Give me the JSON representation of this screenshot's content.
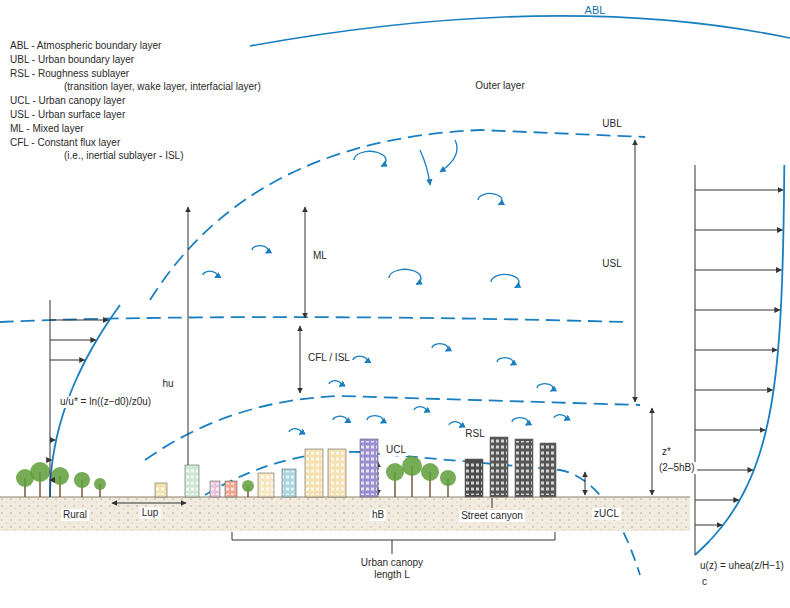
{
  "diagram": {
    "labels": [
      "ABL",
      "ABL - Atmospheric boundary layer",
      "UBL - Urban boundary layer",
      "RSL - Roughness sublayer",
      "(transition layer, wake layer, interfacial layer)",
      "UCL - Urban canopy layer",
      "USL - Urban surface layer",
      "ML - Mixed layer",
      "CFL - Constant flux layer",
      "(i.e., inertial sublayer - ISL)",
      "Outer layer",
      "UBL",
      "USL",
      "ML",
      "CFL / ISL",
      "RSL",
      "UCL",
      "hu",
      "z*",
      "(2–5hB)",
      "u/u* = ln((z−d0)/z0u)",
      "u(z) = uhea(z/H−1)",
      "c",
      "Rural",
      "Lup",
      "hB",
      "Street canyon",
      "zUCL",
      "Urban canopy length L"
    ]
  }
}
